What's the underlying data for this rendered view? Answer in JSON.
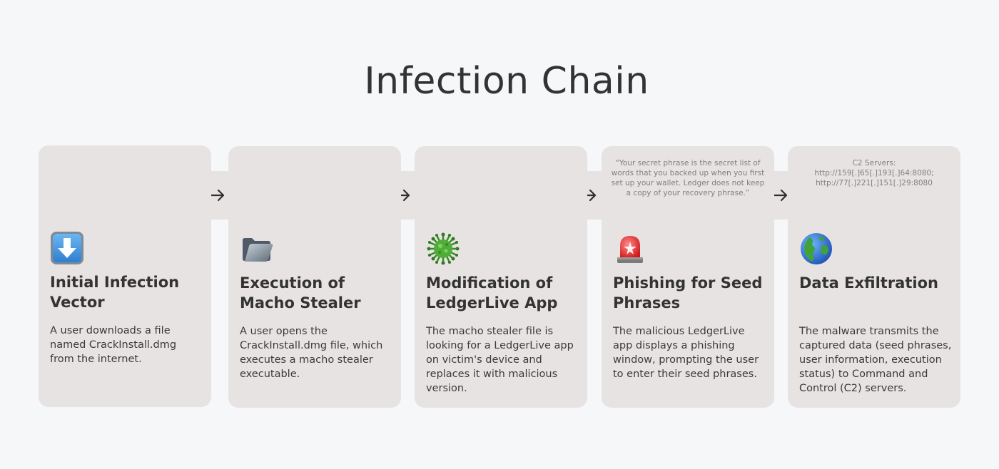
{
  "title": "Infection Chain",
  "steps": [
    {
      "icon": "down-arrow-box-icon",
      "note": "",
      "title": "Initial Infection Vector",
      "description": "A user downloads a file named CrackInstall.dmg from the internet."
    },
    {
      "icon": "folder-icon",
      "note": "",
      "title": "Execution of Macho Stealer",
      "description": "A user opens the CrackInstall.dmg file, which executes a macho stealer executable."
    },
    {
      "icon": "virus-icon",
      "note": "",
      "title": "Modification of LedgerLive App",
      "description": "The macho stealer file is looking for a LedgerLive app on victim's device and replaces it with malicious version."
    },
    {
      "icon": "siren-light-icon",
      "note": "“Your secret phrase is the secret list of words that you backed up when you first set up your wallet. Ledger does not keep a copy of your recovery phrase.”",
      "title": "Phishing for Seed Phrases",
      "description": "The malicious LedgerLive app displays a phishing window, prompting the user to enter their seed phrases."
    },
    {
      "icon": "globe-icon",
      "note": "C2 Servers: http://159[.]65[.]193[.]64:8080; http://77[.]221[.]151[.]29:8080",
      "title": "Data Exfiltration",
      "description": "The malware transmits the captured data (seed phrases, user information, execution status) to Command and Control (C2) servers."
    }
  ],
  "colors": {
    "background": "#f6f7f9",
    "card": "#e8e3e3",
    "text": "#333333",
    "note": "#7f7f7f"
  }
}
